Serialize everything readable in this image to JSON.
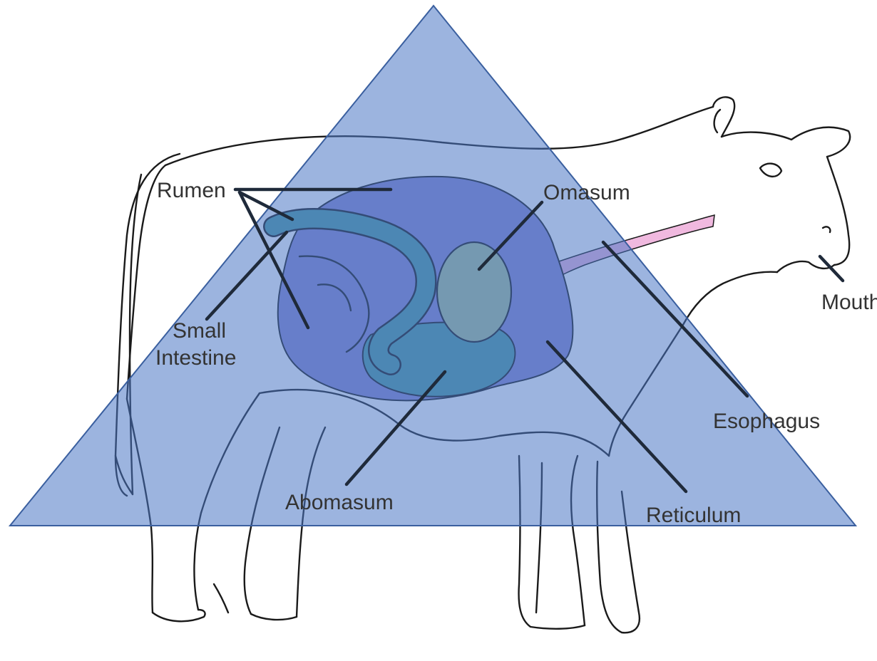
{
  "labels": {
    "rumen": "Rumen",
    "omasum": "Omasum",
    "mouth": "Mouth",
    "small_intestine_line1": "Small",
    "small_intestine_line2": "Intestine",
    "esophagus": "Esophagus",
    "abomasum": "Abomasum",
    "reticulum": "Reticulum"
  },
  "colors": {
    "rumen": "#8a87d0",
    "small_intestine": "#4f9ba0",
    "omasum": "#a8c39a",
    "esophagus": "#f0b9df",
    "triangle_overlay": "#4a76c4",
    "outline": "#1a1a1a"
  }
}
